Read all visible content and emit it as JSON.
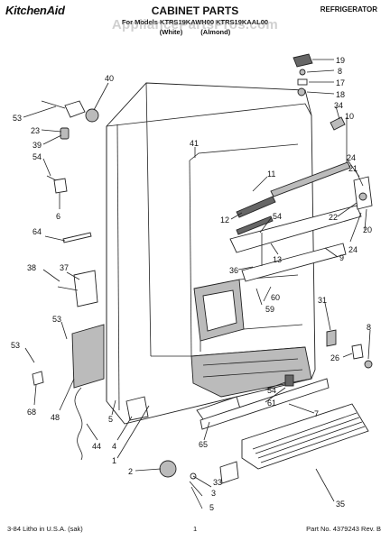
{
  "header": {
    "brand_logo": "KitchenAid",
    "title": "CABINET PARTS",
    "category": "REFRIGERATOR",
    "models": "For Models KTRS19KAWH00 KTRS19KAAL00",
    "variants": "(White)    (Almond)"
  },
  "watermark": "AppliancePartsPros.com",
  "callouts": [
    "40",
    "53",
    "23",
    "39",
    "54",
    "6",
    "64",
    "38",
    "37",
    "53",
    "53",
    "68",
    "48",
    "44",
    "5",
    "4",
    "1",
    "2",
    "3",
    "33",
    "5",
    "35",
    "41",
    "11",
    "12",
    "54",
    "13",
    "36",
    "60",
    "59",
    "19",
    "8",
    "17",
    "18",
    "34",
    "10",
    "24",
    "21",
    "22",
    "20",
    "24",
    "9",
    "31",
    "8",
    "26",
    "54",
    "61",
    "7",
    "65"
  ],
  "footer": {
    "left": "3-84 Litho in U.S.A. (sak)",
    "page": "1",
    "part": "Part No. 4379243 Rev. B"
  }
}
